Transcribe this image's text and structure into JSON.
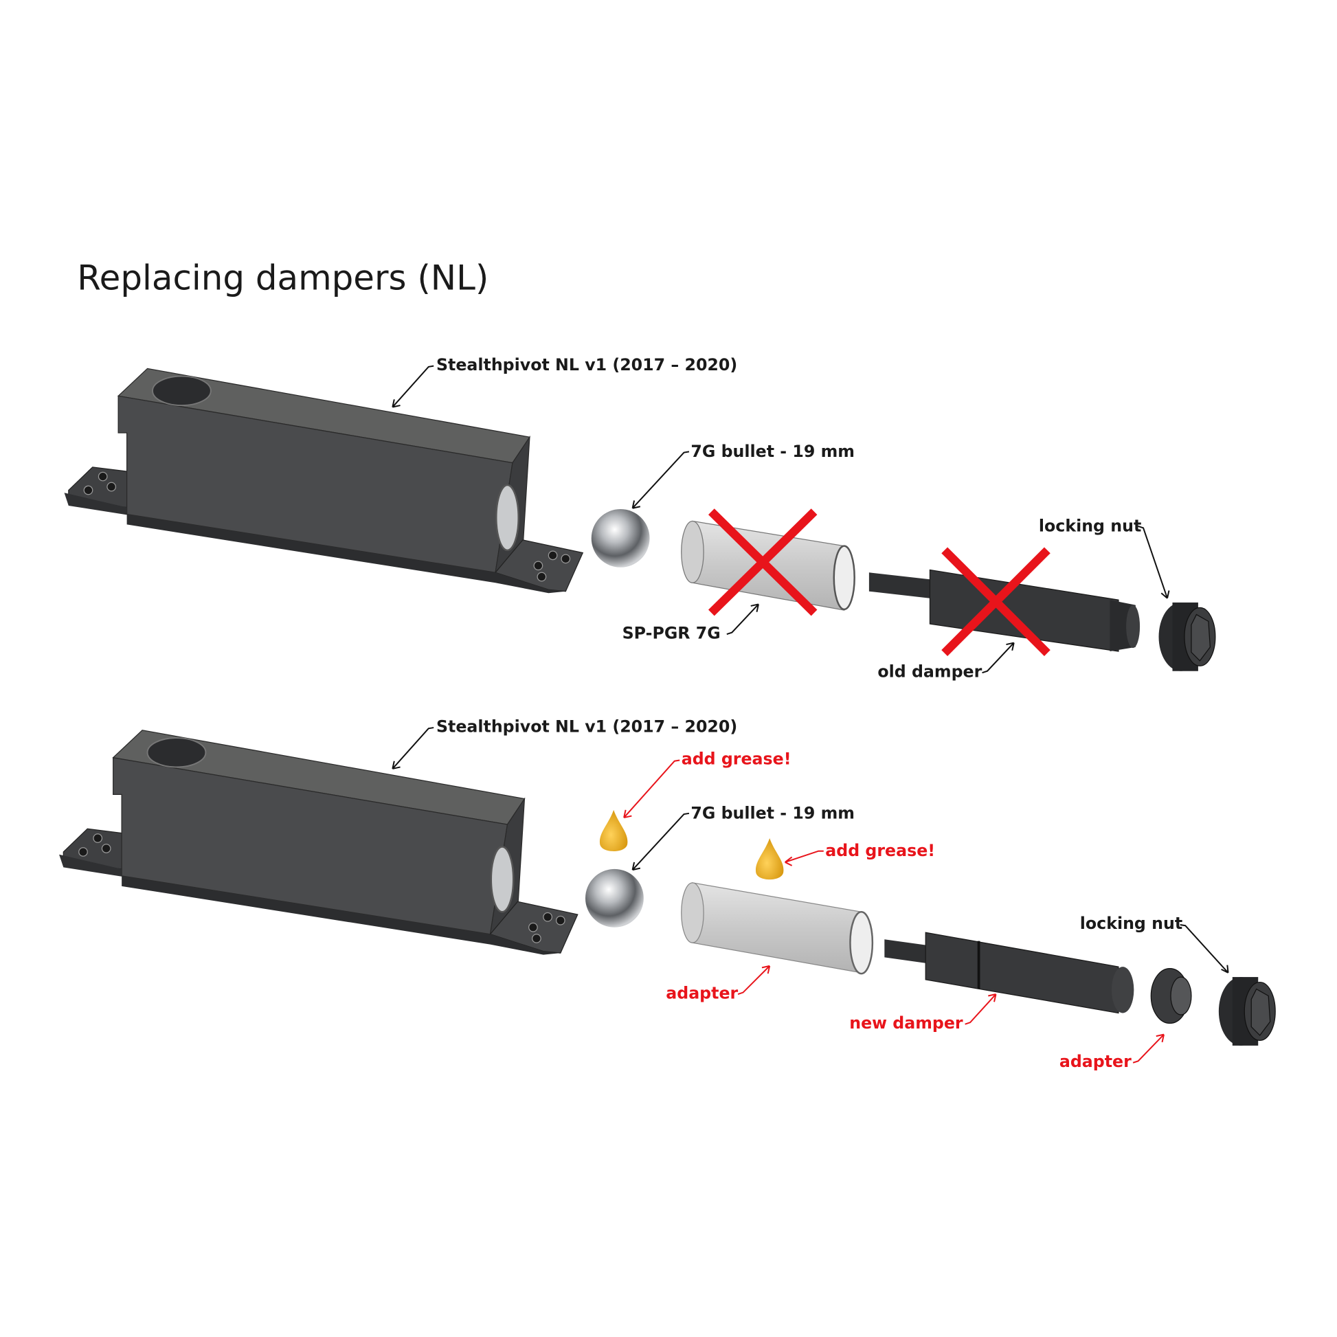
{
  "title": "Replacing dampers (NL)",
  "colors": {
    "accent_red": "#e8141b",
    "grease": "#f0b62a",
    "housing": "#4a4b4d"
  },
  "top": {
    "housing_label": "Stealthpivot NL v1 (2017 – 2020)",
    "bullet_label": "7G bullet - 19 mm",
    "locking_nut_label": "locking nut",
    "sleeve_label": "SP-PGR 7G",
    "damper_label": "old damper"
  },
  "bottom": {
    "housing_label": "Stealthpivot NL v1 (2017 – 2020)",
    "grease1_label": "add grease!",
    "bullet_label": "7G bullet - 19 mm",
    "grease2_label": "add grease!",
    "locking_nut_label": "locking nut",
    "adapter1_label": "adapter",
    "damper_label": "new damper",
    "adapter2_label": "adapter"
  }
}
